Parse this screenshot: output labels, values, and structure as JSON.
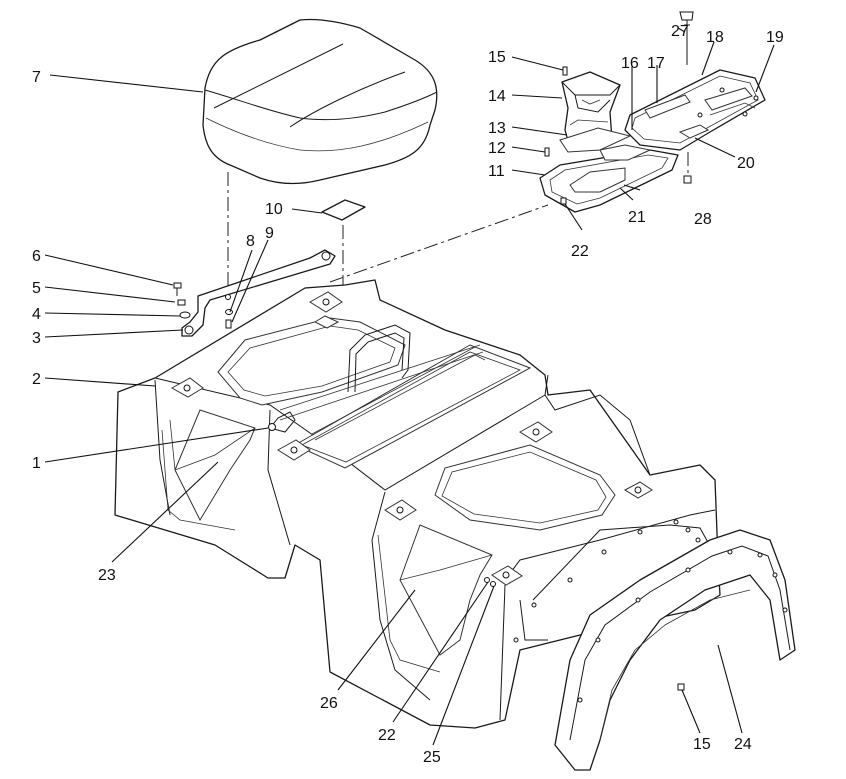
{
  "callouts": [
    {
      "id": "1",
      "text": "1"
    },
    {
      "id": "2",
      "text": "2"
    },
    {
      "id": "3",
      "text": "3"
    },
    {
      "id": "4",
      "text": "4"
    },
    {
      "id": "5",
      "text": "5"
    },
    {
      "id": "6",
      "text": "6"
    },
    {
      "id": "7",
      "text": "7"
    },
    {
      "id": "8",
      "text": "8"
    },
    {
      "id": "9",
      "text": "9"
    },
    {
      "id": "10",
      "text": "10"
    },
    {
      "id": "11",
      "text": "11"
    },
    {
      "id": "12",
      "text": "12"
    },
    {
      "id": "13",
      "text": "13"
    },
    {
      "id": "14",
      "text": "14"
    },
    {
      "id": "15a",
      "text": "15"
    },
    {
      "id": "16",
      "text": "16"
    },
    {
      "id": "17",
      "text": "17"
    },
    {
      "id": "18",
      "text": "18"
    },
    {
      "id": "19",
      "text": "19"
    },
    {
      "id": "20",
      "text": "20"
    },
    {
      "id": "21",
      "text": "21"
    },
    {
      "id": "22a",
      "text": "22"
    },
    {
      "id": "23",
      "text": "23"
    },
    {
      "id": "24",
      "text": "24"
    },
    {
      "id": "25",
      "text": "25"
    },
    {
      "id": "26",
      "text": "26"
    },
    {
      "id": "27",
      "text": "27"
    },
    {
      "id": "28",
      "text": "28"
    },
    {
      "id": "22b",
      "text": "22"
    },
    {
      "id": "15b",
      "text": "15"
    }
  ]
}
